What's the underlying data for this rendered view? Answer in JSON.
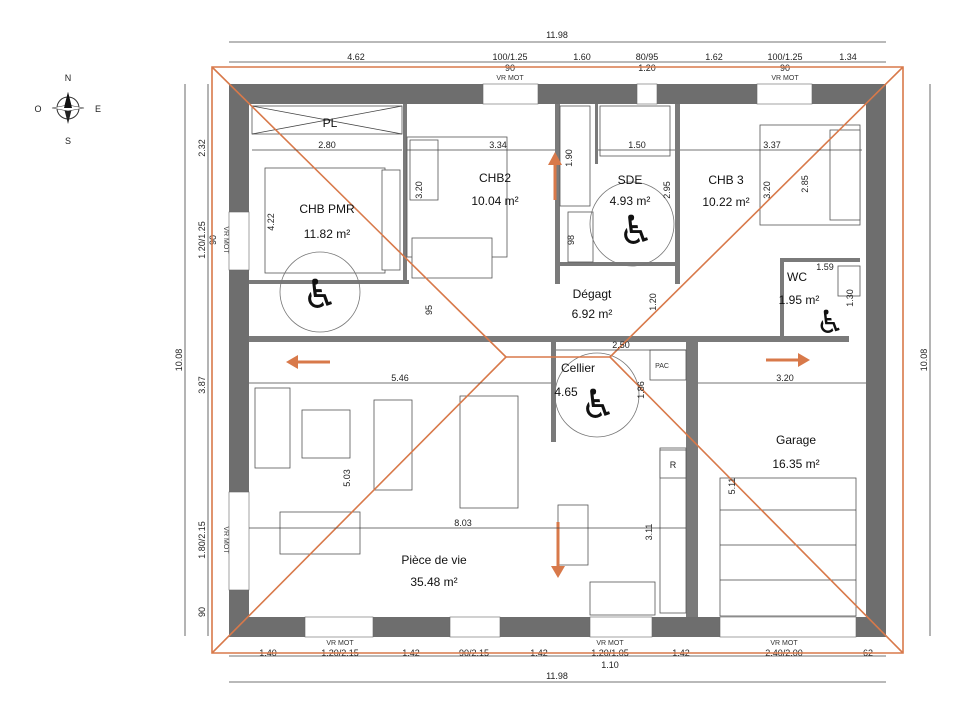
{
  "compass": {
    "n": "N",
    "s": "S",
    "e": "E",
    "w": "O"
  },
  "dims_top": {
    "total": "11.98",
    "segments": [
      "4.62",
      "100/1.25",
      "90",
      "1.60",
      "80/95",
      "1.20",
      "1.62",
      "100/1.25",
      "90",
      "1.34"
    ],
    "vr1": "VR MOT",
    "vr2": "VR MOT"
  },
  "dims_bottom": {
    "segments": [
      "1.40",
      "1.20/2.15",
      "1.42",
      "90/2.15",
      "1.42",
      "1.20/1.05",
      "1.10",
      "1.42",
      "2.40/2.00",
      "62"
    ],
    "total": "11.98",
    "vr1": "VR MOT",
    "vr2": "VR MOT",
    "vr3": "VR MOT"
  },
  "dims_left": {
    "total": "10.08",
    "segments": [
      "2.32",
      "1.20/1.25",
      "90",
      "3.87",
      "1.80/2.15",
      "90"
    ],
    "vr1": "VR MOT",
    "vr2": "VR MOT"
  },
  "dims_right": {
    "total": "10.08"
  },
  "rooms": {
    "chb_pmr": {
      "name": "CHB PMR",
      "area": "11.82 m²"
    },
    "chb2": {
      "name": "CHB2",
      "area": "10.04 m²"
    },
    "sde": {
      "name": "SDE",
      "area": "4.93 m²"
    },
    "chb3": {
      "name": "CHB 3",
      "area": "10.22 m²"
    },
    "wc": {
      "name": "WC",
      "area": "1.95 m²"
    },
    "degagt": {
      "name": "Dégagt",
      "area": "6.92 m²"
    },
    "cellier": {
      "name": "Cellier",
      "area": "4.65"
    },
    "garage": {
      "name": "Garage",
      "area": "16.35 m²"
    },
    "piece": {
      "name": "Pièce de vie",
      "area": "35.48 m²"
    }
  },
  "inner_dims": {
    "pl": "PL",
    "d280": "2.80",
    "d334": "3.34",
    "d190": "1.90",
    "d150": "1.50",
    "d337": "3.37",
    "d422": "4.22",
    "d320a": "3.20",
    "d295": "2.95",
    "d320b": "3.20",
    "d285": "2.85",
    "d98": "98",
    "d95": "95",
    "d120": "1.20",
    "d159": "1.59",
    "d130": "1.30",
    "d250": "2.50",
    "d546": "5.46",
    "d186": "1.86",
    "d320c": "3.20",
    "pac": "PAC",
    "d503": "5.03",
    "d803": "8.03",
    "d311": "3.11",
    "d511": "5.11",
    "r": "R"
  }
}
